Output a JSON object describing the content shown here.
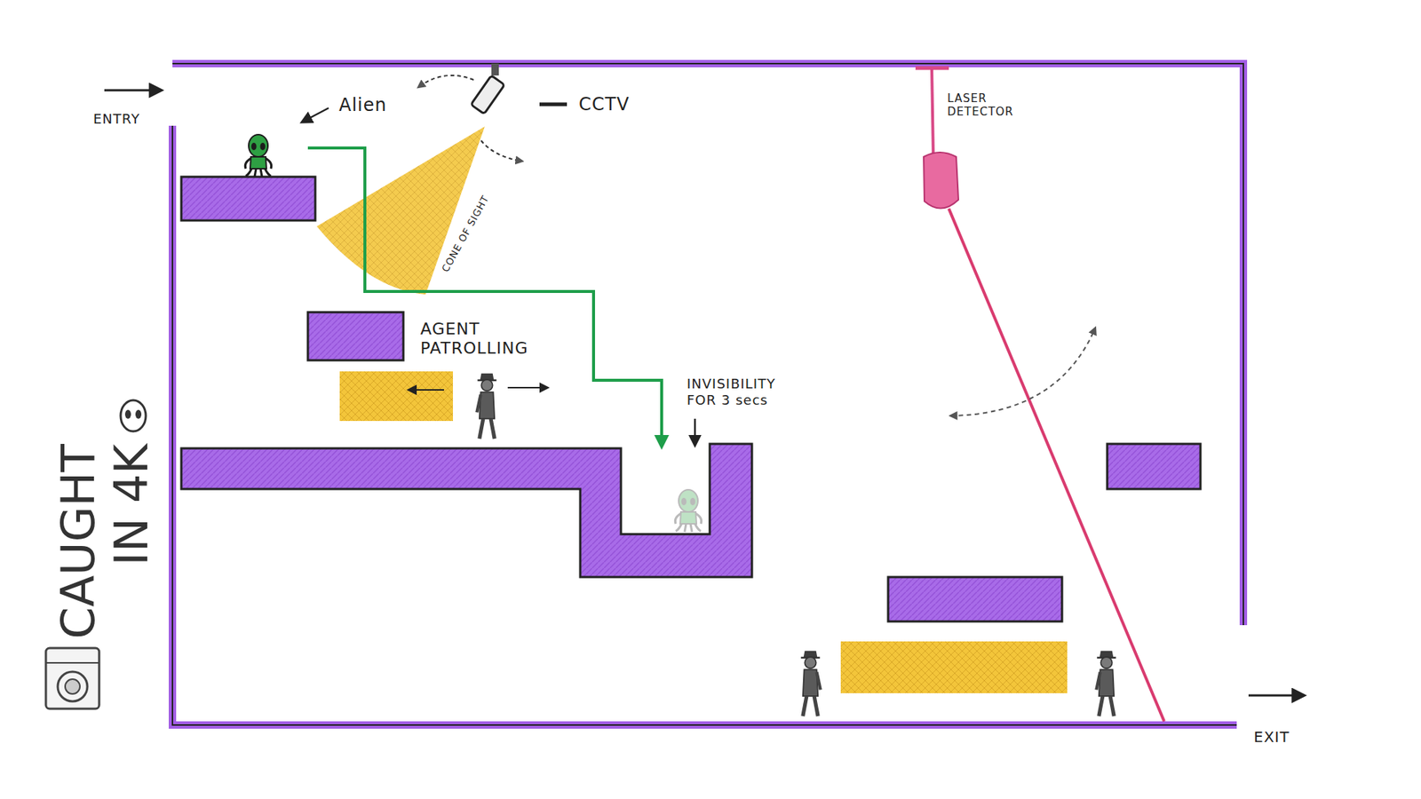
{
  "diagram": {
    "title": "CAUGHT IN 4K",
    "labels": [
      "ENTRY",
      "Alien",
      "CCTV",
      "CONE OF SIGHT",
      "LASER DETECTOR",
      "AGENT PATROLLING",
      "INVISIBILITY FOR 3 secs",
      "EXIT"
    ]
  }
}
